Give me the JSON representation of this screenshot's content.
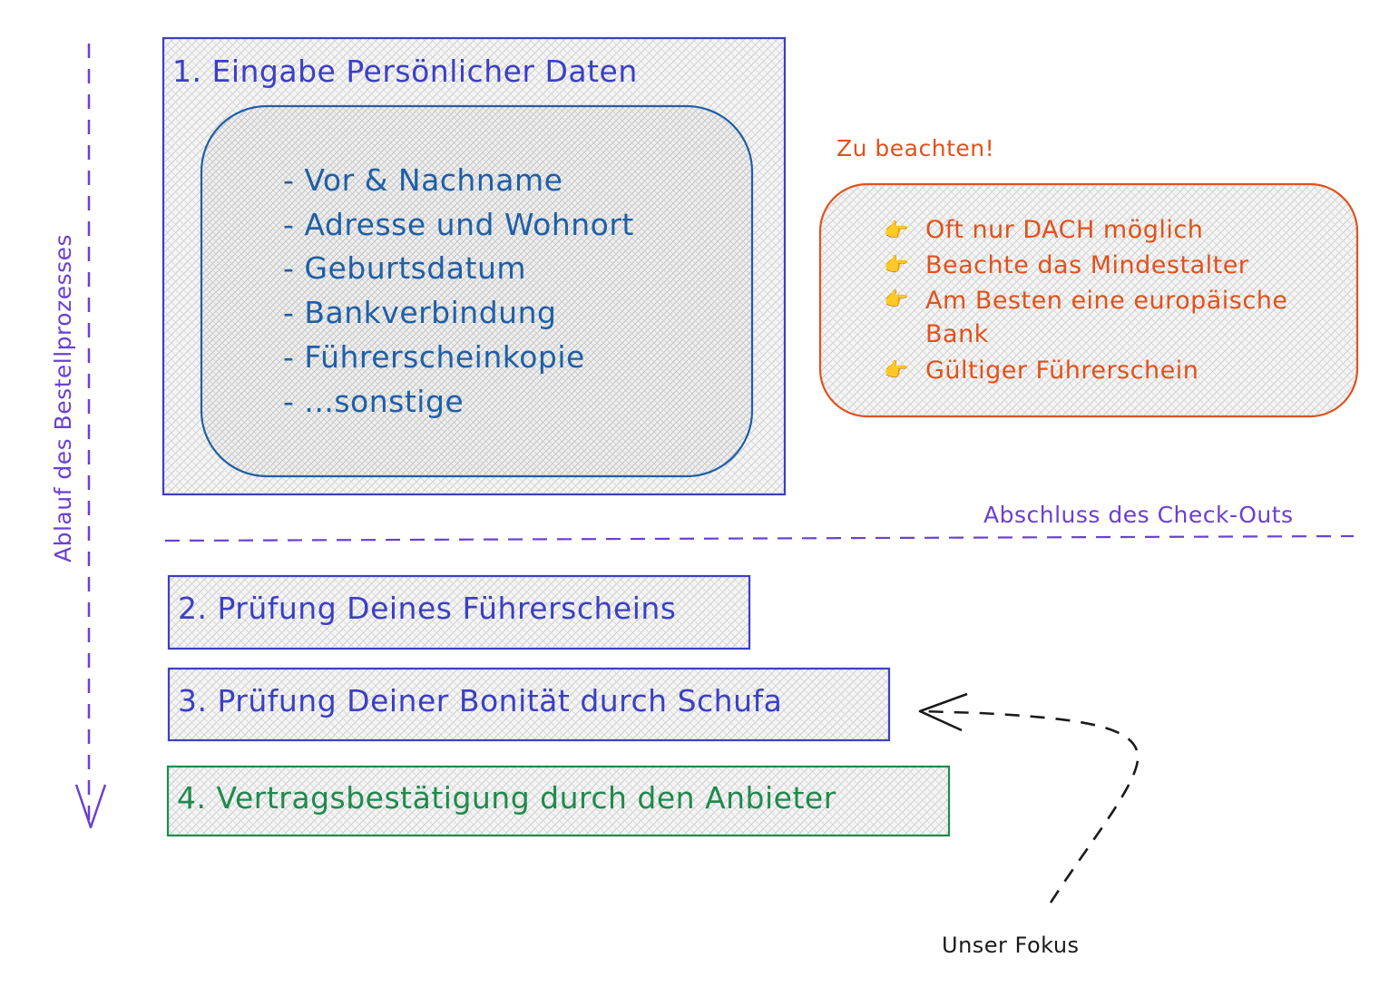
{
  "colors": {
    "blue": "#3b3fc4",
    "dark_blue": "#1f5fa6",
    "orange": "#e0521c",
    "green": "#1f8a4c",
    "purple": "#6a3fd4",
    "black": "#1a1a1a",
    "hatch": "#c6c6c6",
    "box_fill": "#f3f3f3"
  },
  "flow_label": "Ablauf des Bestellprozesses",
  "step1": {
    "title": "1. Eingabe Persönlicher Daten",
    "items": [
      "- Vor & Nachname",
      "- Adresse und Wohnort",
      "- Geburtsdatum",
      "- Bankverbindung",
      "- Führerscheinkopie",
      "- ...sonstige"
    ]
  },
  "note": {
    "heading": "Zu beachten!",
    "bullet_icon": "pointing-hand-icon",
    "bullet_glyph": "👉",
    "items": [
      "Oft nur DACH möglich",
      "Beachte das Mindestalter",
      "Am Besten eine europäische",
      "Bank",
      "Gültiger Führerschein"
    ]
  },
  "checkout_label": "Abschluss des Check-Outs",
  "step2": {
    "title": "2. Prüfung Deines Führerscheins"
  },
  "step3": {
    "title": "3. Prüfung Deiner Bonität durch Schufa"
  },
  "step4": {
    "title": "4. Vertragsbestätigung durch den Anbieter"
  },
  "focus_label": "Unser Fokus"
}
